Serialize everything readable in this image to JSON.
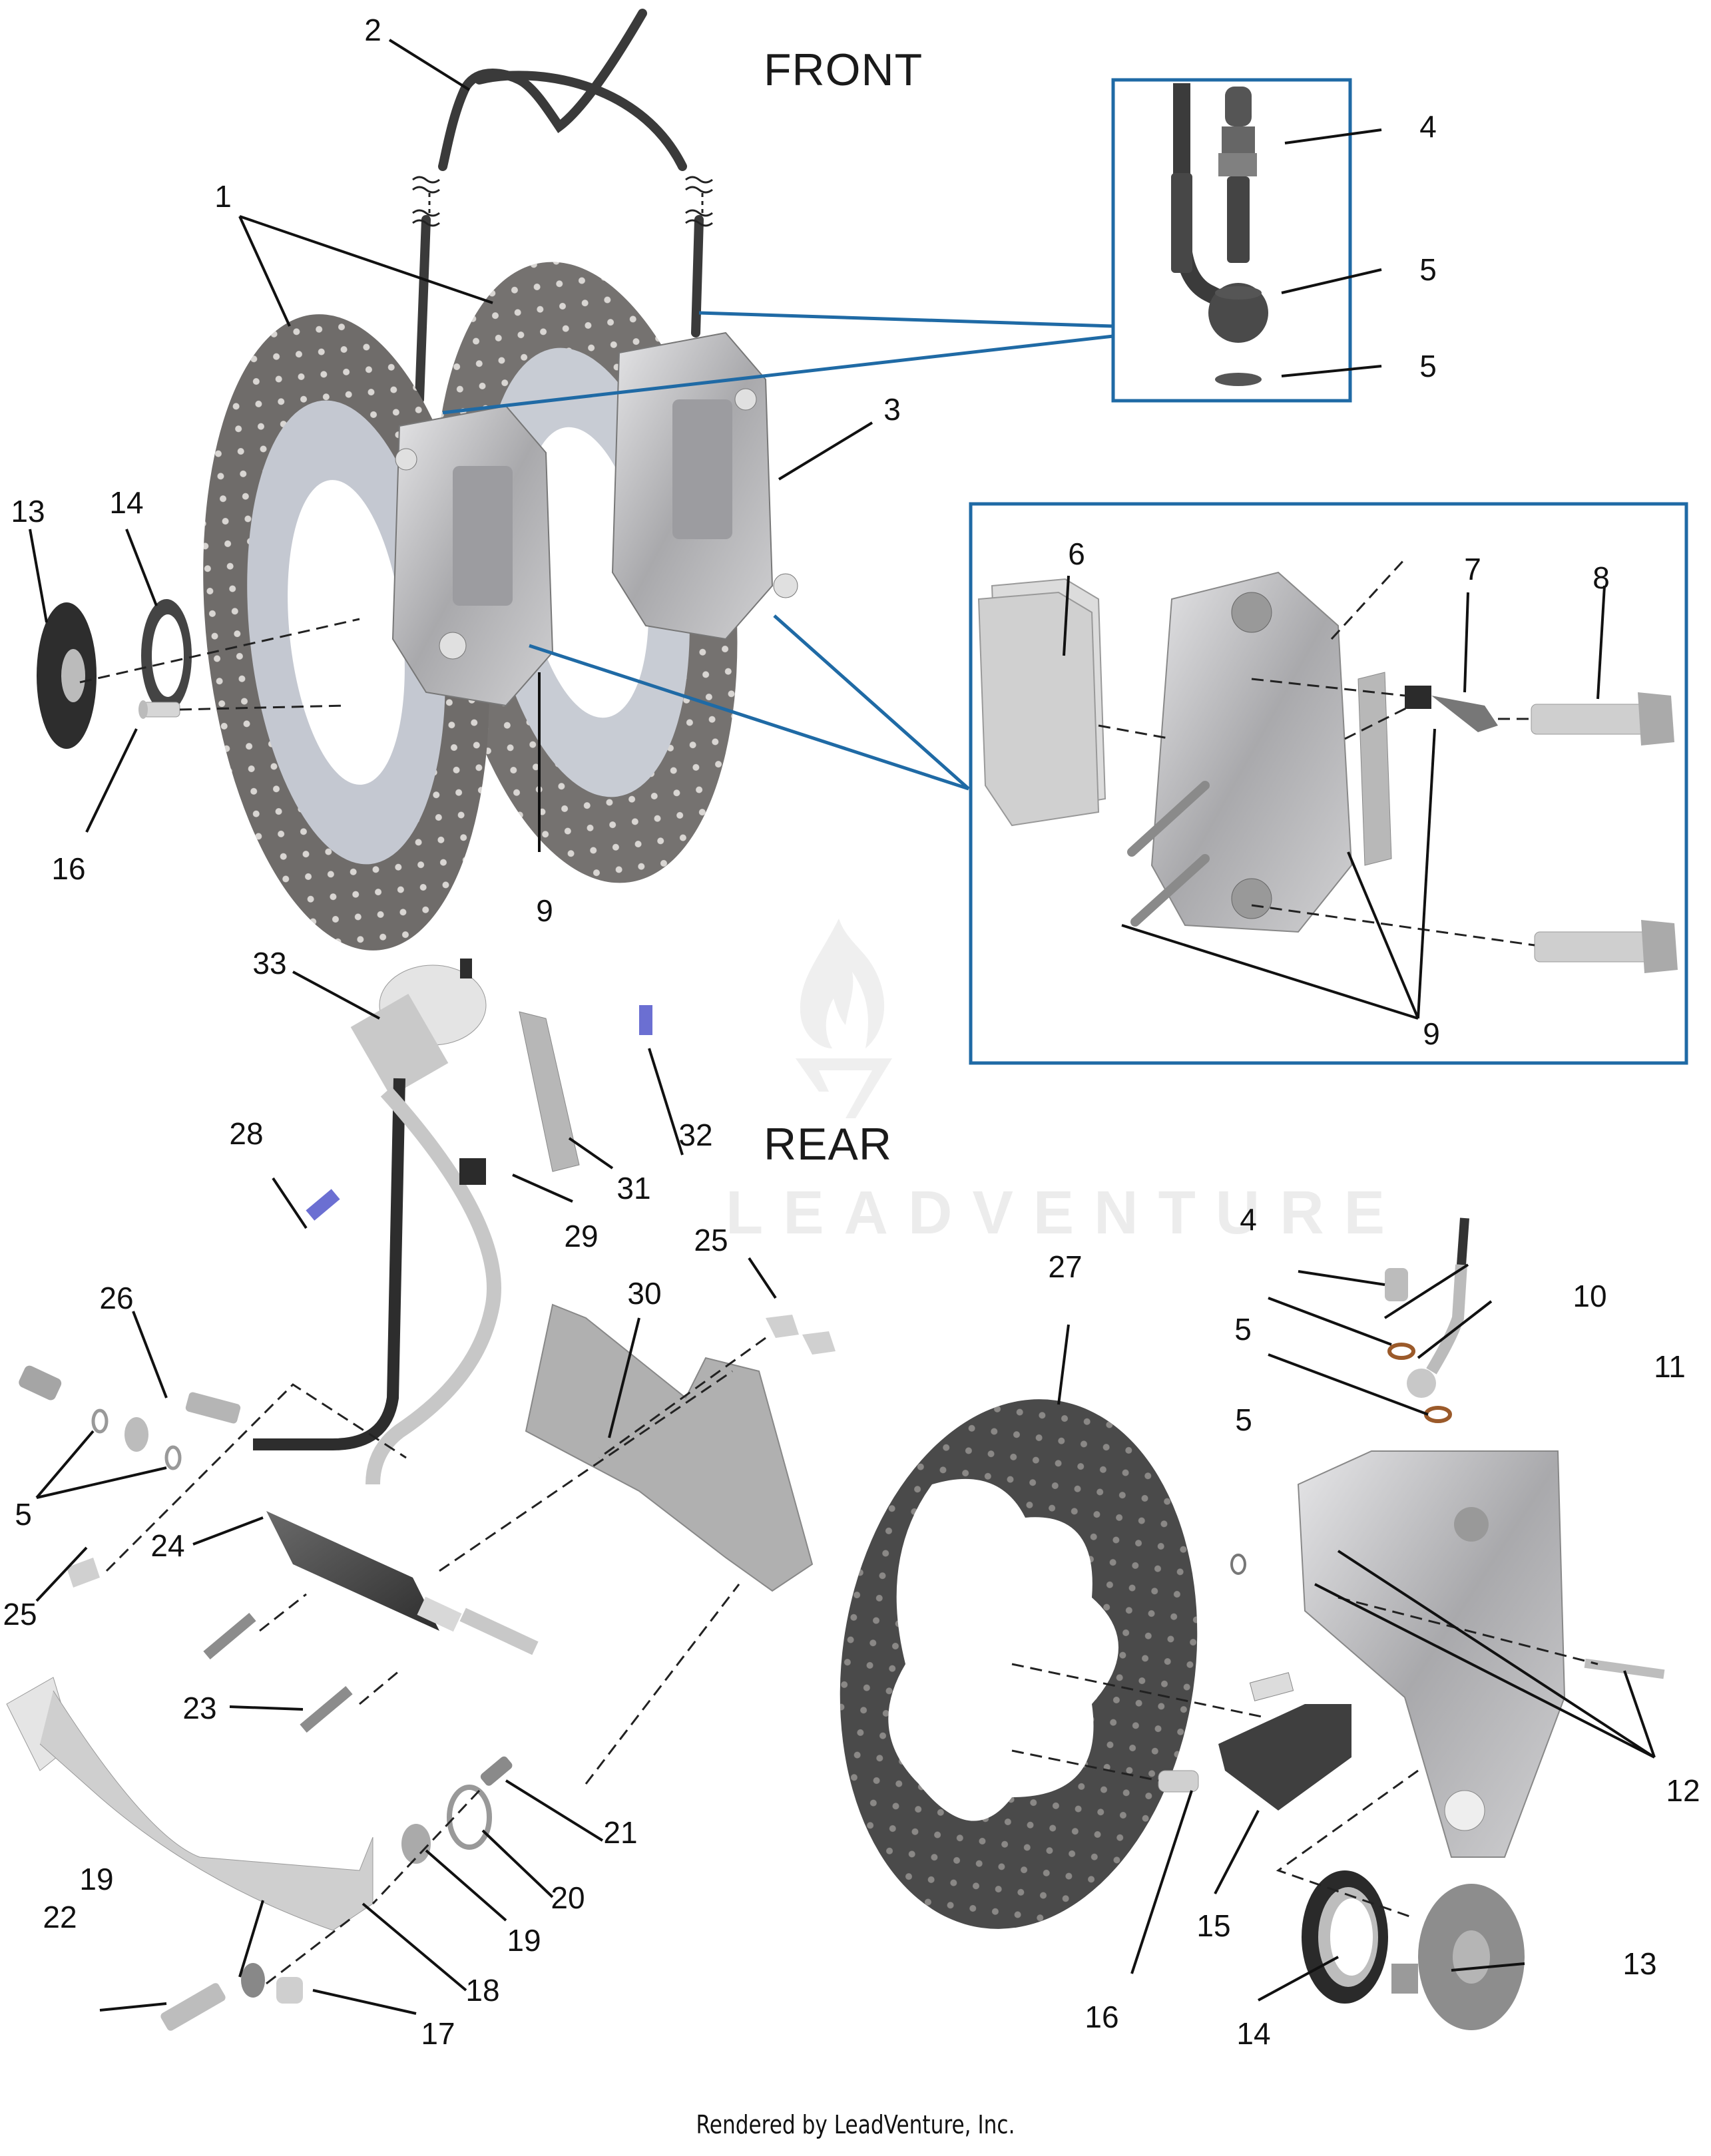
{
  "diagram": {
    "sections": {
      "front_label": "FRONT",
      "rear_label": "REAR"
    },
    "watermark_text": "LEADVENTURE",
    "footer": "Rendered by LeadVenture, Inc.",
    "colors": {
      "detail_box": "#1f6aa5",
      "leader_line": "#111111",
      "disc_gray": "#6e6b69",
      "caliper_silver": "#b9b9bb",
      "dark_part": "#3c3c3c",
      "washer_copper": "#9b5a2a",
      "bolt_blue": "#4b4fa8"
    },
    "callouts": [
      {
        "id": "c1a",
        "label": "1",
        "part": "front brake disc (left)"
      },
      {
        "id": "c2",
        "label": "2",
        "part": "front brake line"
      },
      {
        "id": "c3",
        "label": "3",
        "part": "front caliper (right)"
      },
      {
        "id": "c4a",
        "label": "4",
        "part": "banjo bolt (front detail)"
      },
      {
        "id": "c5a",
        "label": "5",
        "part": "sealing washer upper (front detail)"
      },
      {
        "id": "c5b",
        "label": "5",
        "part": "sealing washer lower (front detail)"
      },
      {
        "id": "c6",
        "label": "6",
        "part": "brake pad set"
      },
      {
        "id": "c7",
        "label": "7",
        "part": "bracket clip"
      },
      {
        "id": "c8",
        "label": "8",
        "part": "caliper mounting bolt"
      },
      {
        "id": "c9a",
        "label": "9",
        "part": "caliper repair kit (overview)"
      },
      {
        "id": "c9b",
        "label": "9",
        "part": "caliper repair kit (detail)"
      },
      {
        "id": "c13a",
        "label": "13",
        "part": "ABS tone ring (front)"
      },
      {
        "id": "c14a",
        "label": "14",
        "part": "seal (front)"
      },
      {
        "id": "c16a",
        "label": "16",
        "part": "disc bolt (front)"
      },
      {
        "id": "c33",
        "label": "33",
        "part": "rear brake fluid reservoir"
      },
      {
        "id": "c28",
        "label": "28",
        "part": "screw"
      },
      {
        "id": "c32",
        "label": "32",
        "part": "bolt"
      },
      {
        "id": "c31",
        "label": "31",
        "part": "reservoir bracket"
      },
      {
        "id": "c29",
        "label": "29",
        "part": "clip nut"
      },
      {
        "id": "c26",
        "label": "26",
        "part": "rear brake hose"
      },
      {
        "id": "c30",
        "label": "30",
        "part": "master cylinder bracket"
      },
      {
        "id": "c25a",
        "label": "25",
        "part": "countersunk screw (upper)"
      },
      {
        "id": "c5c",
        "label": "5",
        "part": "sealing washers (rear master)"
      },
      {
        "id": "c25b",
        "label": "25",
        "part": "countersunk screw (lower)"
      },
      {
        "id": "c24",
        "label": "24",
        "part": "rear master cylinder"
      },
      {
        "id": "c23",
        "label": "23",
        "part": "screw"
      },
      {
        "id": "c21",
        "label": "21",
        "part": "pin"
      },
      {
        "id": "c20",
        "label": "20",
        "part": "return spring"
      },
      {
        "id": "c19a",
        "label": "19",
        "part": "bushing (right)"
      },
      {
        "id": "c19b",
        "label": "19",
        "part": "bushing (left)"
      },
      {
        "id": "c22",
        "label": "22",
        "part": "pedal pivot bolt"
      },
      {
        "id": "c18",
        "label": "18",
        "part": "rear brake pedal"
      },
      {
        "id": "c17",
        "label": "17",
        "part": "spacer"
      },
      {
        "id": "c4b",
        "label": "4",
        "part": "banjo bolt (rear)"
      },
      {
        "id": "c27",
        "label": "27",
        "part": "rear brake disc"
      },
      {
        "id": "c10",
        "label": "10",
        "part": "rear brake line"
      },
      {
        "id": "c5d",
        "label": "5",
        "part": "sealing washer upper (rear)"
      },
      {
        "id": "c11",
        "label": "11",
        "part": "rear caliper"
      },
      {
        "id": "c5e",
        "label": "5",
        "part": "sealing washer lower (rear)"
      },
      {
        "id": "c12",
        "label": "12",
        "part": "pad pin kit"
      },
      {
        "id": "c15",
        "label": "15",
        "part": "rear brake pads"
      },
      {
        "id": "c16b",
        "label": "16",
        "part": "disc bolt (rear)"
      },
      {
        "id": "c13b",
        "label": "13",
        "part": "ABS tone ring (rear)"
      },
      {
        "id": "c14b",
        "label": "14",
        "part": "seal (rear)"
      }
    ]
  }
}
